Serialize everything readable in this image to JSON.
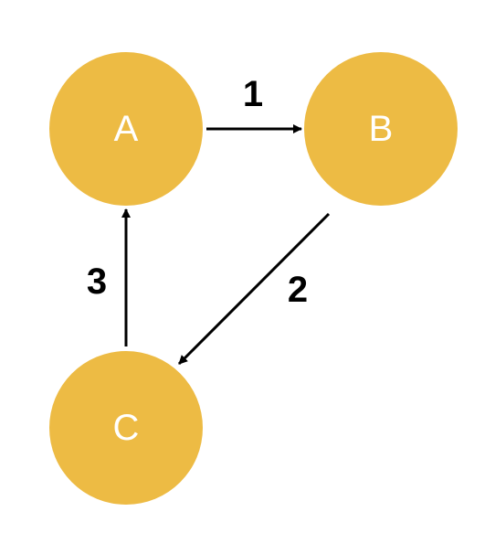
{
  "colors": {
    "node_fill": "#EDBB44",
    "node_text": "#FFFFFF",
    "edge": "#000000",
    "edge_label": "#000000",
    "background": "#FFFFFF"
  },
  "nodes": [
    {
      "id": "A",
      "label": "A"
    },
    {
      "id": "B",
      "label": "B"
    },
    {
      "id": "C",
      "label": "C"
    }
  ],
  "edges": [
    {
      "from": "A",
      "to": "B",
      "label": "1"
    },
    {
      "from": "B",
      "to": "C",
      "label": "2"
    },
    {
      "from": "C",
      "to": "A",
      "label": "3"
    }
  ]
}
